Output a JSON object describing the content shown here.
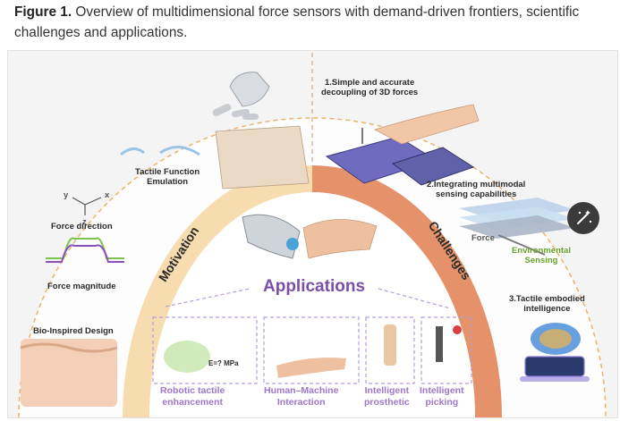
{
  "caption": {
    "figure_label": "Figure 1.",
    "text": " Overview of multidimensional force sensors with demand-driven frontiers, scientific challenges and applications."
  },
  "arc_labels": {
    "motivation": "Motivation",
    "challenges": "Challenges"
  },
  "motivation": {
    "tactile_emulation": [
      "Tactile Function",
      "Emulation"
    ],
    "axis_y": "y",
    "axis_x": "x",
    "axis_z": "z",
    "force_direction": "Force direction",
    "force_magnitude": "Force magnitude",
    "bio_inspired": "Bio-Inspired Design"
  },
  "challenges": {
    "c1": [
      "1.Simple and accurate",
      "decoupling of 3D forces"
    ],
    "c2": [
      "2.Integrating multimodal",
      "sensing capabilities"
    ],
    "force": "Force",
    "environmental": [
      "Environmental",
      "Sensing"
    ],
    "c3": [
      "3.Tactile embodied",
      "intelligence"
    ]
  },
  "applications": {
    "title": "Applications",
    "modulus_label": "E=? MPa",
    "items": [
      [
        "Robotic tactile",
        "enhancement"
      ],
      [
        "Human–Machine",
        "Interaction"
      ],
      [
        "Intelligent",
        "prosthetic"
      ],
      [
        "Intelligent",
        "picking"
      ]
    ]
  },
  "colors": {
    "motivation_arc": "#f6dcae",
    "challenges_arc": "#e5926a",
    "applications": "#7b4fa8",
    "app_labels": "#9d77c9",
    "environmental": "#6aa32a"
  }
}
